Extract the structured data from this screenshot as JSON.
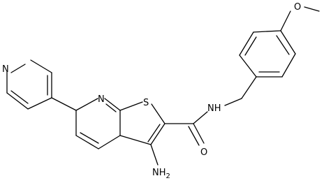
{
  "molecule": {
    "labels": {
      "pyridine_n": "N",
      "core_n": "N",
      "sulfur": "S",
      "amide_nh": "NH",
      "carbonyl_o": "O",
      "ether_o": "O",
      "amino": "NH",
      "amino_subscript": "2"
    },
    "colors": {
      "bond": "#000000",
      "label": "#000000",
      "background": "#ffffff"
    }
  }
}
